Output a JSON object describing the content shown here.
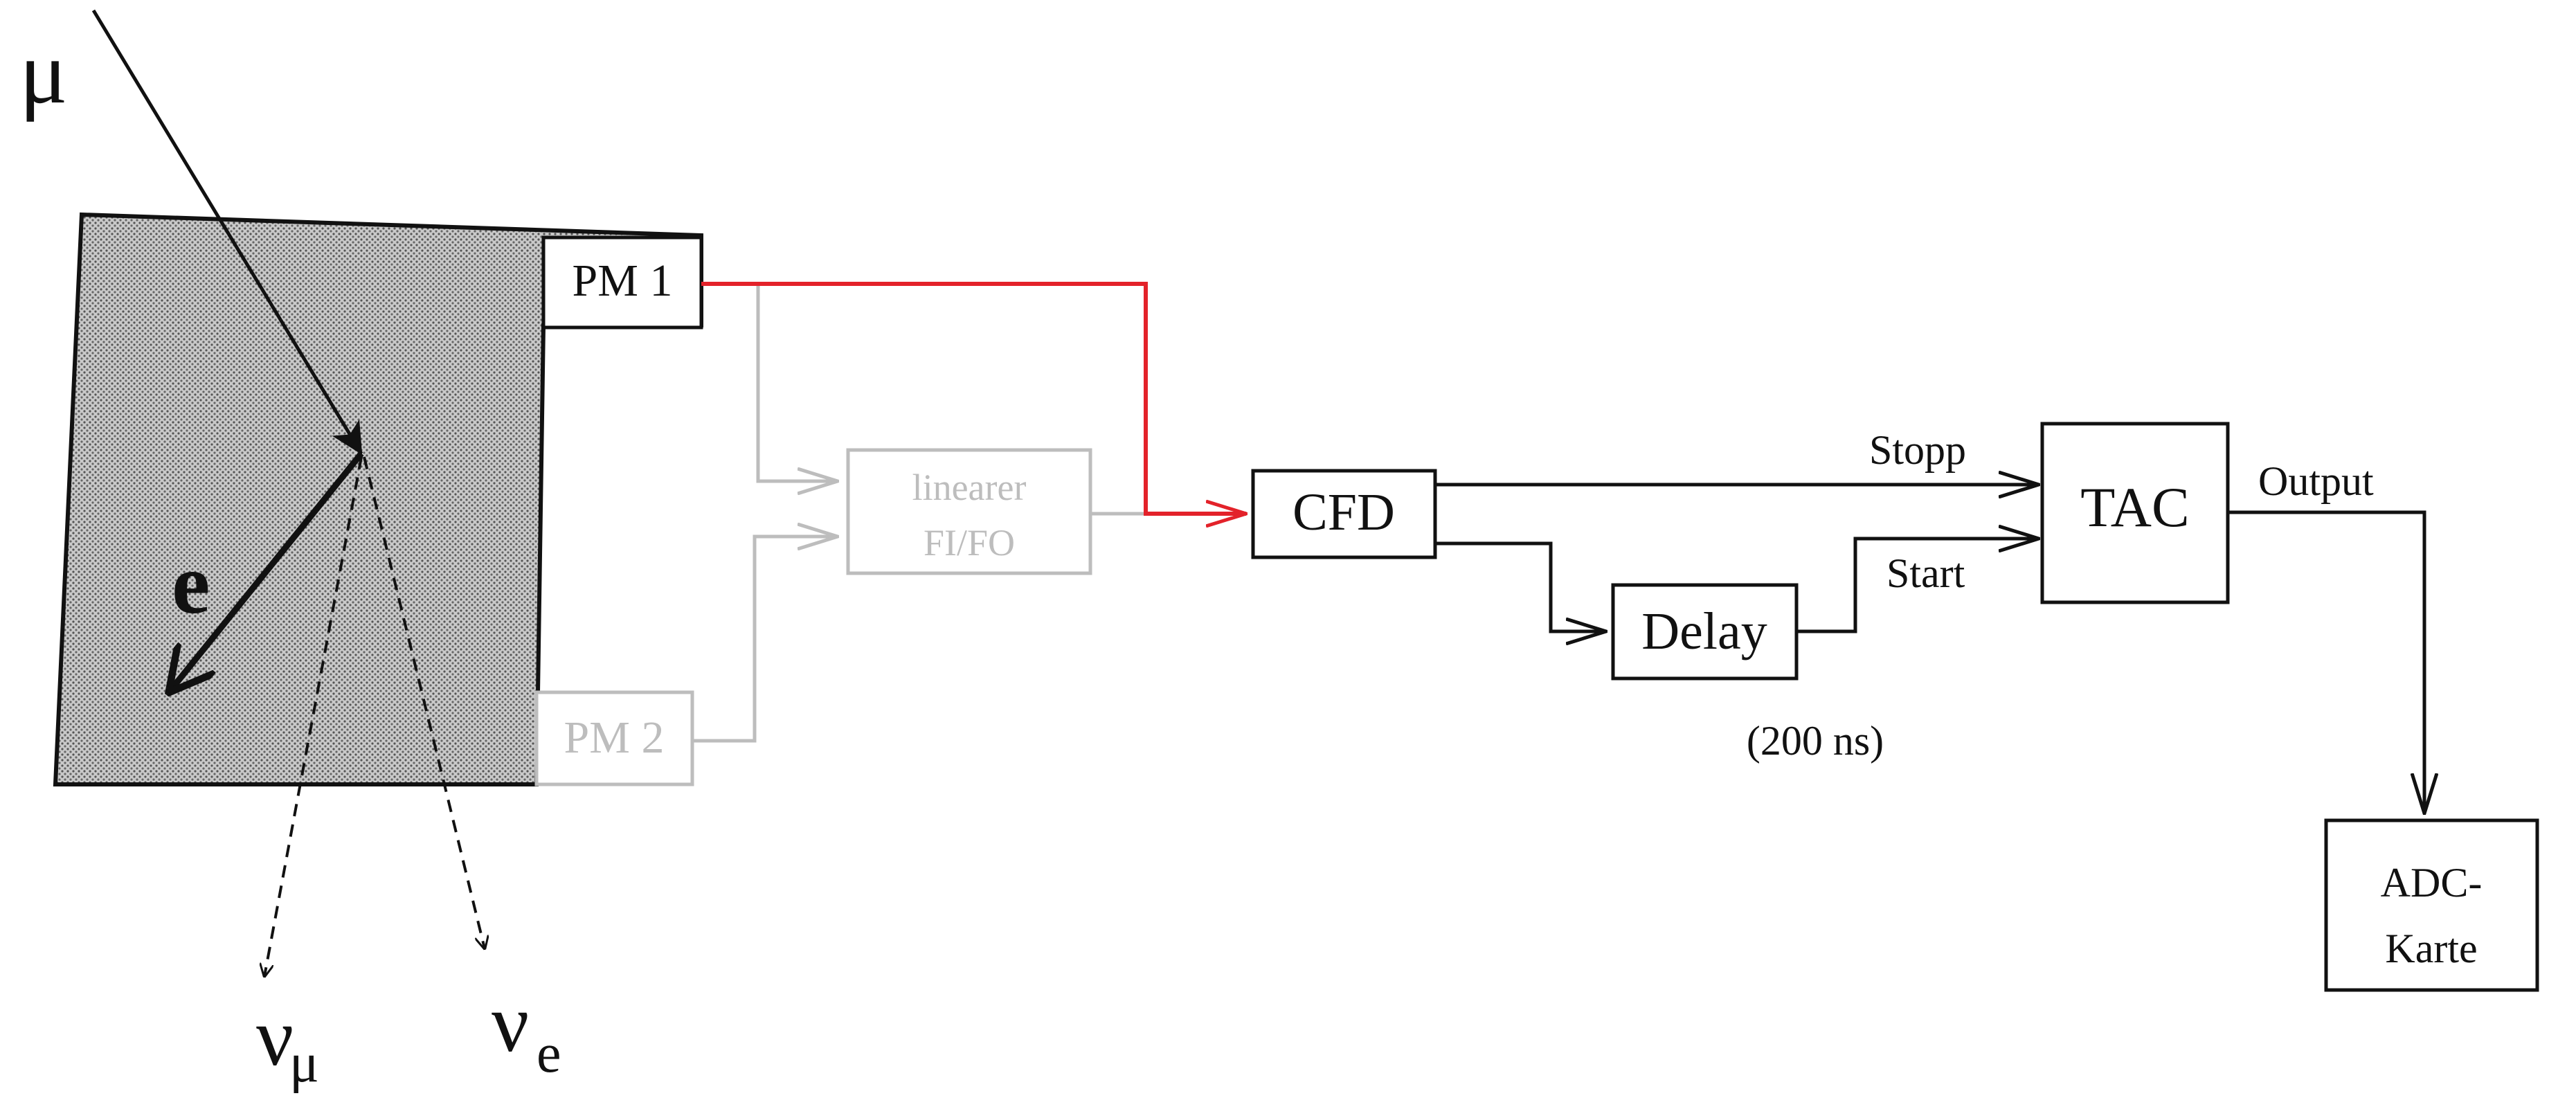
{
  "particles": {
    "muon": "μ",
    "electron": "e",
    "nu": "ν",
    "nu_mu_sub": "μ",
    "nu_e_sub": "e"
  },
  "detector": {
    "pm1": "PM 1",
    "pm2": "PM 2",
    "fifo_line1": "linearer",
    "fifo_line2": "FI/FO"
  },
  "electronics": {
    "cfd": "CFD",
    "delay": "Delay",
    "delay_value": "(200 ns)",
    "tac": "TAC",
    "stopp": "Stopp",
    "start": "Start",
    "output": "Output",
    "adc_line1": "ADC-",
    "adc_line2": "Karte"
  },
  "colors": {
    "signal_red": "#e3222a",
    "faded_gray": "#bdbdbd",
    "ink": "#111111",
    "scintillator_fill": "#8f8f8f"
  }
}
